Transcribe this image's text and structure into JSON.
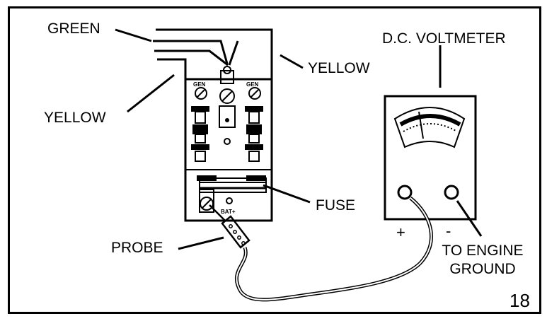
{
  "labels": {
    "green": "GREEN",
    "yellow_top": "YELLOW",
    "yellow_left": "YELLOW",
    "fuse": "FUSE",
    "probe": "PROBE",
    "voltmeter": "D.C. VOLTMETER",
    "plus": "+",
    "minus": "-",
    "engine_ground_line1": "TO ENGINE",
    "engine_ground_line2": "GROUND",
    "figure_number": "18"
  },
  "terminals": {
    "gen_left": "GEN",
    "gen_right": "GEN",
    "bat_plus": "BAT+"
  },
  "colors": {
    "ink": "#000000",
    "background": "#ffffff"
  }
}
